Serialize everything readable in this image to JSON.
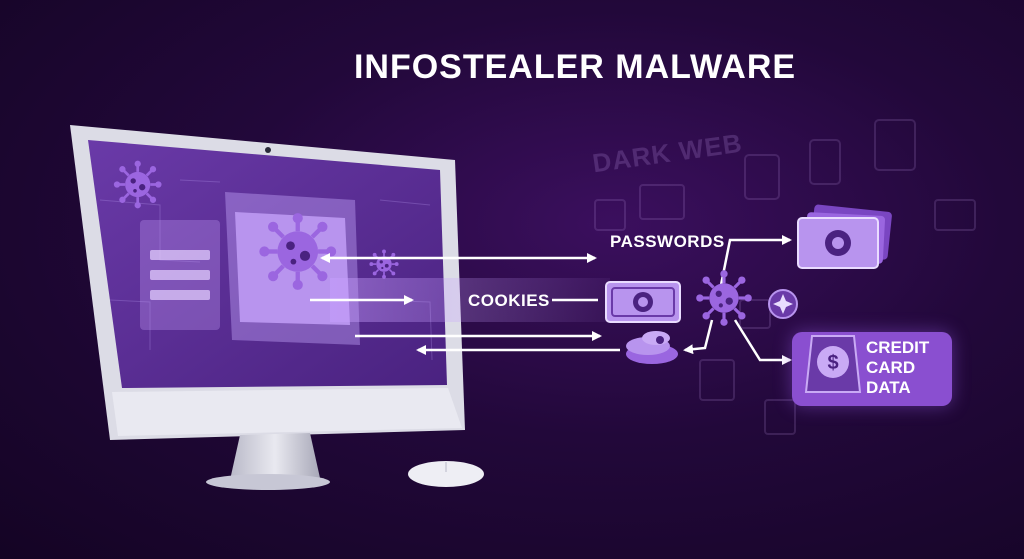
{
  "title": "INFOSTEALER MALWARE",
  "labels": {
    "passwords": "PASSWORDS",
    "cookies": "COOKIES",
    "credit_card_data": [
      "CREDIT",
      "CARD",
      "DATA"
    ]
  },
  "background_text": "DARK WEB",
  "icons": {
    "malware": "virus-icon",
    "cookie_data": "banknote-icon",
    "money": "money-stack-icon",
    "credit_card": "dollar-coin-icon",
    "coins": "coin-pile-icon",
    "star": "star-badge-icon"
  },
  "colors": {
    "background": "#22083a",
    "accent": "#8a4fd0",
    "virus": "#9b66e0",
    "arrow": "#ffffff",
    "monitor_frame": "#d9d9e3"
  }
}
